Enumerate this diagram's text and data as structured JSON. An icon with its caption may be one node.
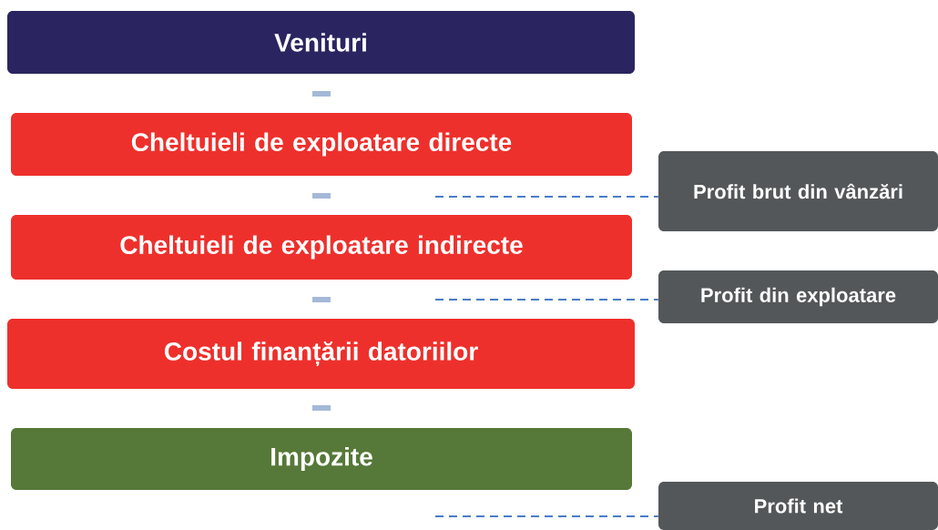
{
  "diagram": {
    "nodes": [
      {
        "text": [
          "Venituri"
        ]
      },
      {
        "text": [
          "Cheltuieli de exploatare directe"
        ]
      },
      {
        "text": [
          "Cheltuieli de exploatare indirecte"
        ]
      },
      {
        "text": [
          "Costul finanțării datoriilor"
        ]
      },
      {
        "text": [
          "Impozite"
        ]
      },
      {
        "text": [
          "Profit brut din vânzări"
        ]
      },
      {
        "text": [
          "Profit din exploatare"
        ]
      },
      {
        "text": [
          "Profit net"
        ]
      }
    ],
    "edges": [
      {
        "from": null,
        "to": 5,
        "arrow": "none",
        "style": "dashed"
      },
      {
        "from": null,
        "to": 6,
        "arrow": "none",
        "style": "dashed"
      },
      {
        "from": null,
        "to": 7,
        "arrow": "none",
        "style": "dashed"
      }
    ]
  }
}
